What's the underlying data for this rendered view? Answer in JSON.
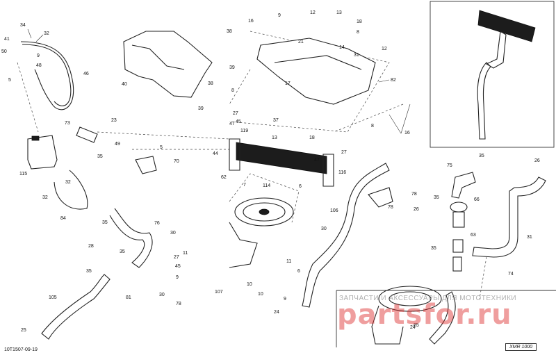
{
  "diagram": {
    "document_code": "10T1507-09-19",
    "model_tag": "XMR 1000",
    "watermark": {
      "subtitle": "ЗАПЧАСТИ И АКСЕССУАРЫ ДЛЯ МОТОТЕХНИКИ",
      "logo": "partsfor.ru"
    },
    "callouts": [
      {
        "id": "c34",
        "label": "34"
      },
      {
        "id": "c41",
        "label": "41"
      },
      {
        "id": "c32a",
        "label": "32"
      },
      {
        "id": "c50",
        "label": "50"
      },
      {
        "id": "c9a",
        "label": "9"
      },
      {
        "id": "c48",
        "label": "48"
      },
      {
        "id": "c5a",
        "label": "5"
      },
      {
        "id": "c46",
        "label": "46"
      },
      {
        "id": "c40",
        "label": "40"
      },
      {
        "id": "c38a",
        "label": "38"
      },
      {
        "id": "c39a",
        "label": "39"
      },
      {
        "id": "c38b",
        "label": "38"
      },
      {
        "id": "c39b",
        "label": "39"
      },
      {
        "id": "c16a",
        "label": "16"
      },
      {
        "id": "c9b",
        "label": "9"
      },
      {
        "id": "c12",
        "label": "12"
      },
      {
        "id": "c13a",
        "label": "13"
      },
      {
        "id": "c18a",
        "label": "18"
      },
      {
        "id": "c8a",
        "label": "8"
      },
      {
        "id": "c21",
        "label": "21"
      },
      {
        "id": "c14",
        "label": "14"
      },
      {
        "id": "c31a",
        "label": "31"
      },
      {
        "id": "c12b",
        "label": "12"
      },
      {
        "id": "c82",
        "label": "82"
      },
      {
        "id": "c17",
        "label": "17"
      },
      {
        "id": "c8b",
        "label": "8"
      },
      {
        "id": "c27a",
        "label": "27"
      },
      {
        "id": "c45a",
        "label": "45"
      },
      {
        "id": "c47a",
        "label": "47"
      },
      {
        "id": "c119",
        "label": "119"
      },
      {
        "id": "c37",
        "label": "37"
      },
      {
        "id": "c8c",
        "label": "8"
      },
      {
        "id": "c16b",
        "label": "16"
      },
      {
        "id": "c73",
        "label": "73"
      },
      {
        "id": "c23",
        "label": "23"
      },
      {
        "id": "c13b",
        "label": "13"
      },
      {
        "id": "c18b",
        "label": "18"
      },
      {
        "id": "c27b",
        "label": "27"
      },
      {
        "id": "c47b",
        "label": "47"
      },
      {
        "id": "c116",
        "label": "116"
      },
      {
        "id": "c49",
        "label": "49"
      },
      {
        "id": "c5b",
        "label": "5"
      },
      {
        "id": "c35a",
        "label": "35"
      },
      {
        "id": "c70",
        "label": "70"
      },
      {
        "id": "c115",
        "label": "115"
      },
      {
        "id": "c44",
        "label": "44"
      },
      {
        "id": "c62",
        "label": "62"
      },
      {
        "id": "c32b",
        "label": "32"
      },
      {
        "id": "c32c",
        "label": "32"
      },
      {
        "id": "c84",
        "label": "84"
      },
      {
        "id": "c7",
        "label": "7"
      },
      {
        "id": "c114",
        "label": "114"
      },
      {
        "id": "c6a",
        "label": "6"
      },
      {
        "id": "c106",
        "label": "106"
      },
      {
        "id": "c78a",
        "label": "78"
      },
      {
        "id": "c35b",
        "label": "35"
      },
      {
        "id": "c76a",
        "label": "76"
      },
      {
        "id": "c30a",
        "label": "30"
      },
      {
        "id": "c11a",
        "label": "11"
      },
      {
        "id": "c27c",
        "label": "27"
      },
      {
        "id": "c45b",
        "label": "45"
      },
      {
        "id": "c9c",
        "label": "9"
      },
      {
        "id": "c28",
        "label": "28"
      },
      {
        "id": "c35c",
        "label": "35"
      },
      {
        "id": "c35d",
        "label": "35"
      },
      {
        "id": "c81",
        "label": "81"
      },
      {
        "id": "c30b",
        "label": "30"
      },
      {
        "id": "c78b",
        "label": "78"
      },
      {
        "id": "c107",
        "label": "107"
      },
      {
        "id": "c10a",
        "label": "10"
      },
      {
        "id": "c11b",
        "label": "11"
      },
      {
        "id": "c6b",
        "label": "6"
      },
      {
        "id": "c10b",
        "label": "10"
      },
      {
        "id": "c9d",
        "label": "9"
      },
      {
        "id": "c30c",
        "label": "30"
      },
      {
        "id": "c105",
        "label": "105"
      },
      {
        "id": "c25",
        "label": "25"
      },
      {
        "id": "c24a",
        "label": "24"
      },
      {
        "id": "c35e",
        "label": "35"
      },
      {
        "id": "c75",
        "label": "75"
      },
      {
        "id": "c26a",
        "label": "26"
      },
      {
        "id": "c35f",
        "label": "35"
      },
      {
        "id": "c66",
        "label": "66"
      },
      {
        "id": "c78c",
        "label": "78"
      },
      {
        "id": "c26b",
        "label": "26"
      },
      {
        "id": "c63",
        "label": "63"
      },
      {
        "id": "c35g",
        "label": "35"
      },
      {
        "id": "c74",
        "label": "74"
      },
      {
        "id": "c31b",
        "label": "31"
      },
      {
        "id": "c85",
        "label": "85"
      },
      {
        "id": "c24b",
        "label": "24"
      }
    ]
  }
}
